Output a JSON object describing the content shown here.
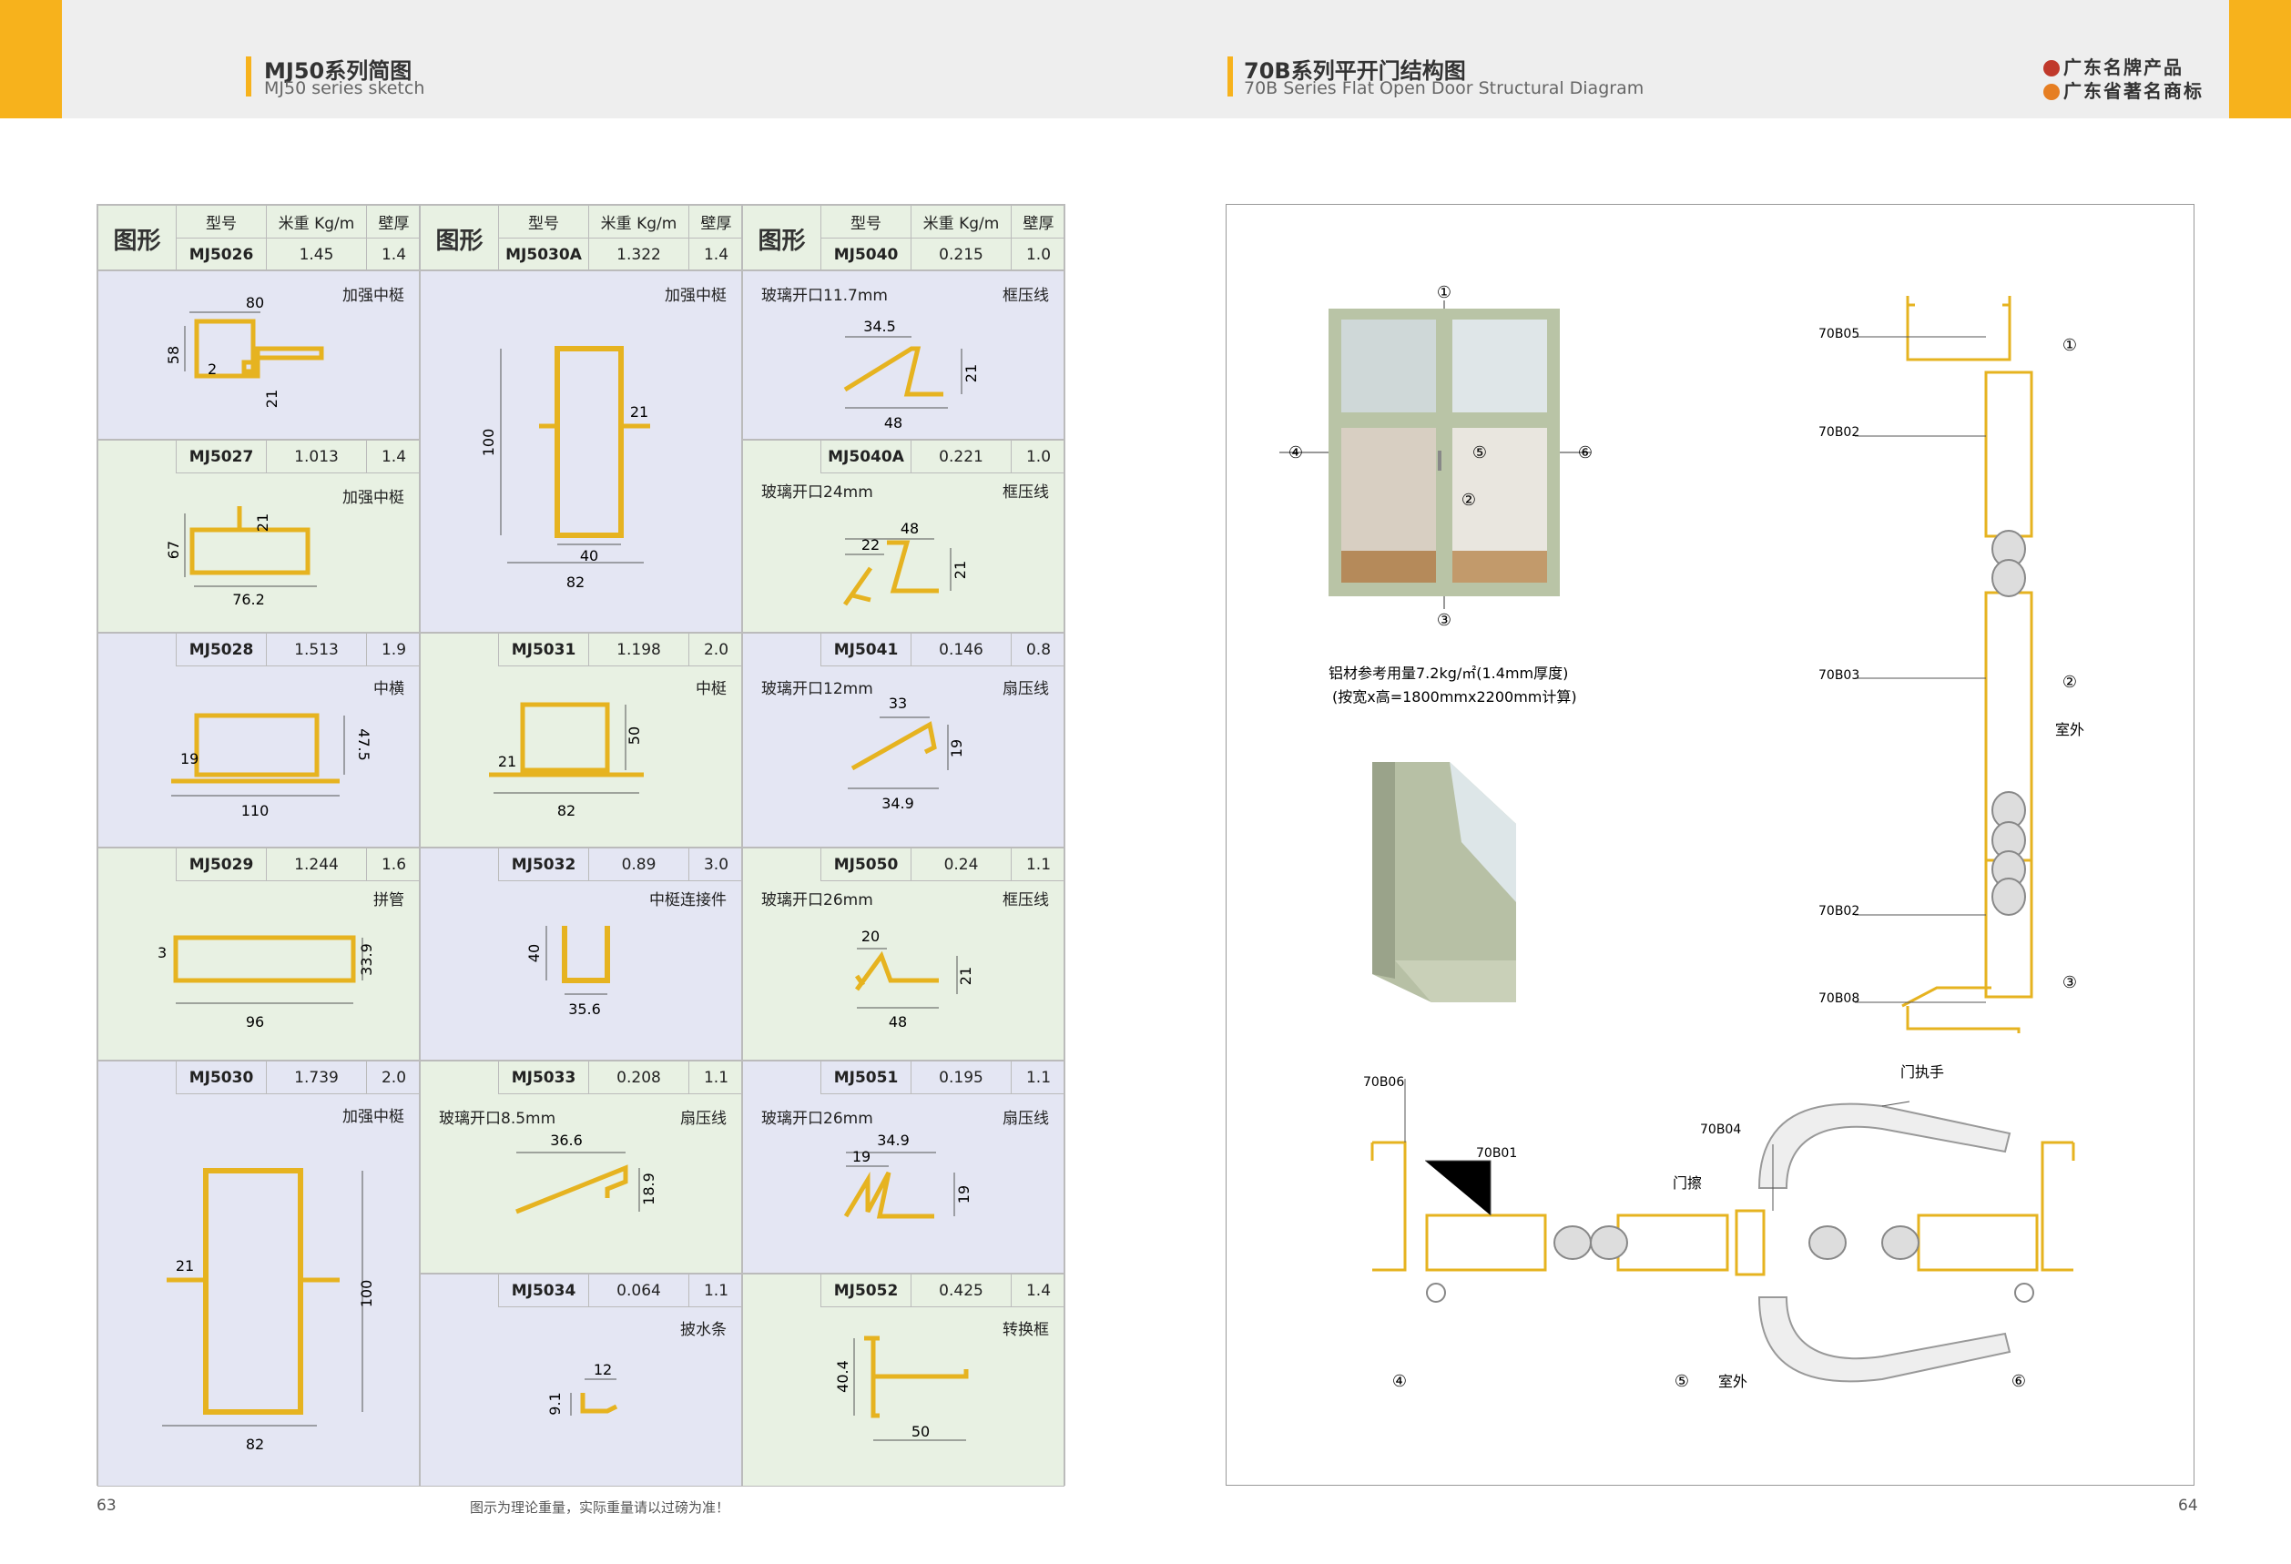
{
  "header": {
    "left_title": "MJ50系列简图",
    "left_sub": "MJ50 series sketch",
    "right_title": "70B系列平开门结构图",
    "right_sub": "70B Series Flat Open Door Structural Diagram",
    "brand1": "广东名牌产品",
    "brand2": "广东省著名商标"
  },
  "table_headers": {
    "shape": "图形",
    "model": "型号",
    "weight": "米重 Kg/m",
    "thick": "壁厚"
  },
  "col1": [
    {
      "model": "MJ5026",
      "weight": "1.45",
      "thick": "1.4",
      "label": "加强中梃",
      "dims": [
        "80",
        "58",
        "2",
        "21"
      ]
    },
    {
      "model": "MJ5027",
      "weight": "1.013",
      "thick": "1.4",
      "label": "加强中梃",
      "dims": [
        "21",
        "67",
        "76.2"
      ]
    },
    {
      "model": "MJ5028",
      "weight": "1.513",
      "thick": "1.9",
      "label": "中横",
      "dims": [
        "19",
        "47.5",
        "110"
      ]
    },
    {
      "model": "MJ5029",
      "weight": "1.244",
      "thick": "1.6",
      "label": "拼管",
      "dims": [
        "3",
        "33.9",
        "96"
      ]
    },
    {
      "model": "MJ5030",
      "weight": "1.739",
      "thick": "2.0",
      "label": "加强中梃",
      "dims": [
        "21",
        "100",
        "82"
      ]
    }
  ],
  "col2": [
    {
      "model": "MJ5030A",
      "weight": "1.322",
      "thick": "1.4",
      "label": "加强中梃",
      "dims": [
        "21",
        "100",
        "40",
        "82"
      ]
    },
    {
      "model": "MJ5031",
      "weight": "1.198",
      "thick": "2.0",
      "label": "中梃",
      "dims": [
        "21",
        "50",
        "82"
      ]
    },
    {
      "model": "MJ5032",
      "weight": "0.89",
      "thick": "3.0",
      "label": "中梃连接件",
      "dims": [
        "40",
        "35.6"
      ]
    },
    {
      "model": "MJ5033",
      "weight": "0.208",
      "thick": "1.1",
      "label": "扇压线",
      "left": "玻璃开口8.5mm",
      "dims": [
        "36.6",
        "18.9"
      ]
    },
    {
      "model": "MJ5034",
      "weight": "0.064",
      "thick": "1.1",
      "label": "披水条",
      "dims": [
        "12",
        "9.1"
      ]
    }
  ],
  "col3": [
    {
      "model": "MJ5040",
      "weight": "0.215",
      "thick": "1.0",
      "label": "框压线",
      "left": "玻璃开口11.7mm",
      "dims": [
        "34.5",
        "21",
        "48"
      ]
    },
    {
      "model": "MJ5040A",
      "weight": "0.221",
      "thick": "1.0",
      "label": "框压线",
      "left": "玻璃开口24mm",
      "dims": [
        "48",
        "22",
        "21"
      ]
    },
    {
      "model": "MJ5041",
      "weight": "0.146",
      "thick": "0.8",
      "label": "扇压线",
      "left": "玻璃开口12mm",
      "dims": [
        "33",
        "19",
        "34.9"
      ]
    },
    {
      "model": "MJ5050",
      "weight": "0.24",
      "thick": "1.1",
      "label": "框压线",
      "left": "玻璃开口26mm",
      "dims": [
        "20",
        "21",
        "48"
      ]
    },
    {
      "model": "MJ5051",
      "weight": "0.195",
      "thick": "1.1",
      "label": "扇压线",
      "left": "玻璃开口26mm",
      "dims": [
        "34.9",
        "19",
        "19"
      ]
    },
    {
      "model": "MJ5052",
      "weight": "0.425",
      "thick": "1.4",
      "label": "转换框",
      "dims": [
        "40.4",
        "50"
      ]
    }
  ],
  "right": {
    "circled": [
      "①",
      "②",
      "③",
      "④",
      "⑤",
      "⑥"
    ],
    "usage1": "铝材参考用量7.2kg/㎡(1.4mm厚度)",
    "usage2": "(按宽x高=1800mmx2200mm计算)",
    "parts": [
      "70B05",
      "70B02",
      "70B03",
      "70B02",
      "70B08",
      "70B06",
      "70B01",
      "70B04"
    ],
    "outdoor": "室外",
    "door_handle": "门执手",
    "door_wipe": "门擦"
  },
  "footer": {
    "page_left": "63",
    "page_right": "64",
    "note": "图示为理论重量，实际重量请以过磅为准！"
  },
  "colors": {
    "accent": "#f7b21c",
    "profile": "#f2c12e",
    "blue_cell": "#e4e6f3",
    "green_cell": "#e8f1e3",
    "door_frame": "#b9c4a6"
  }
}
